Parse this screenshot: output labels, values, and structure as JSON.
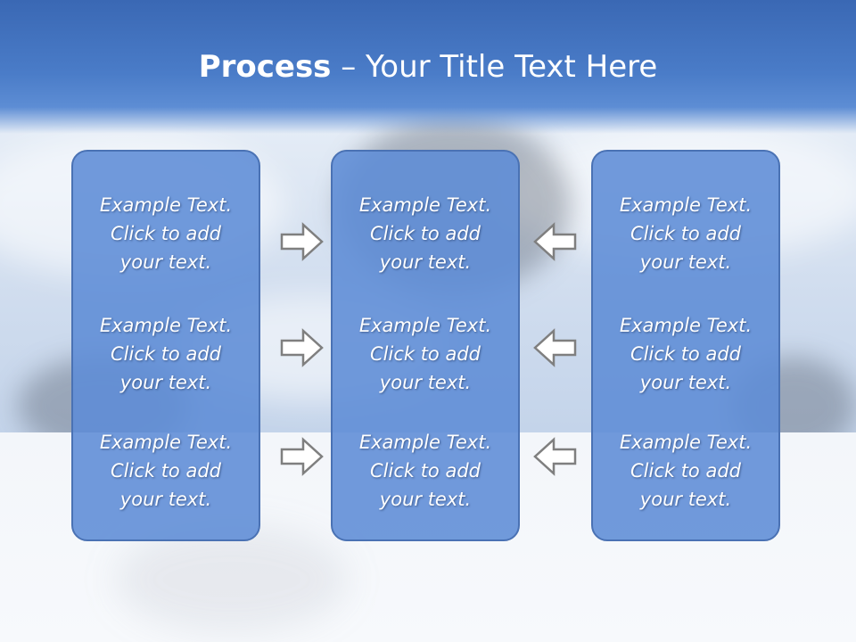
{
  "title": {
    "bold": "Process",
    "rest": " – Your Title Text Here"
  },
  "columns": [
    {
      "items": [
        {
          "line1": "Example Text.",
          "line2": "Click  to add",
          "line3": "your text."
        },
        {
          "line1": "Example Text.",
          "line2": "Click  to add",
          "line3": "your text."
        },
        {
          "line1": "Example Text.",
          "line2": "Click  to add",
          "line3": "your text."
        }
      ]
    },
    {
      "items": [
        {
          "line1": "Example Text.",
          "line2": "Click  to add",
          "line3": "your text."
        },
        {
          "line1": "Example Text.",
          "line2": "Click  to add",
          "line3": "your text."
        },
        {
          "line1": "Example Text.",
          "line2": "Click  to add",
          "line3": "your text."
        }
      ]
    },
    {
      "items": [
        {
          "line1": "Example Text.",
          "line2": "Click  to add",
          "line3": "your text."
        },
        {
          "line1": "Example Text.",
          "line2": "Click  to add",
          "line3": "your text."
        },
        {
          "line1": "Example Text.",
          "line2": "Click  to add",
          "line3": "your text."
        }
      ]
    }
  ],
  "arrows": {
    "left_group": "right-arrow-icon",
    "right_group": "left-arrow-icon"
  },
  "colors": {
    "banner": "#4a7cc8",
    "box_fill": "#5d8cd6",
    "box_border": "#4a72b4",
    "arrow_fill": "#ffffff",
    "arrow_stroke": "#7f7f7f"
  }
}
